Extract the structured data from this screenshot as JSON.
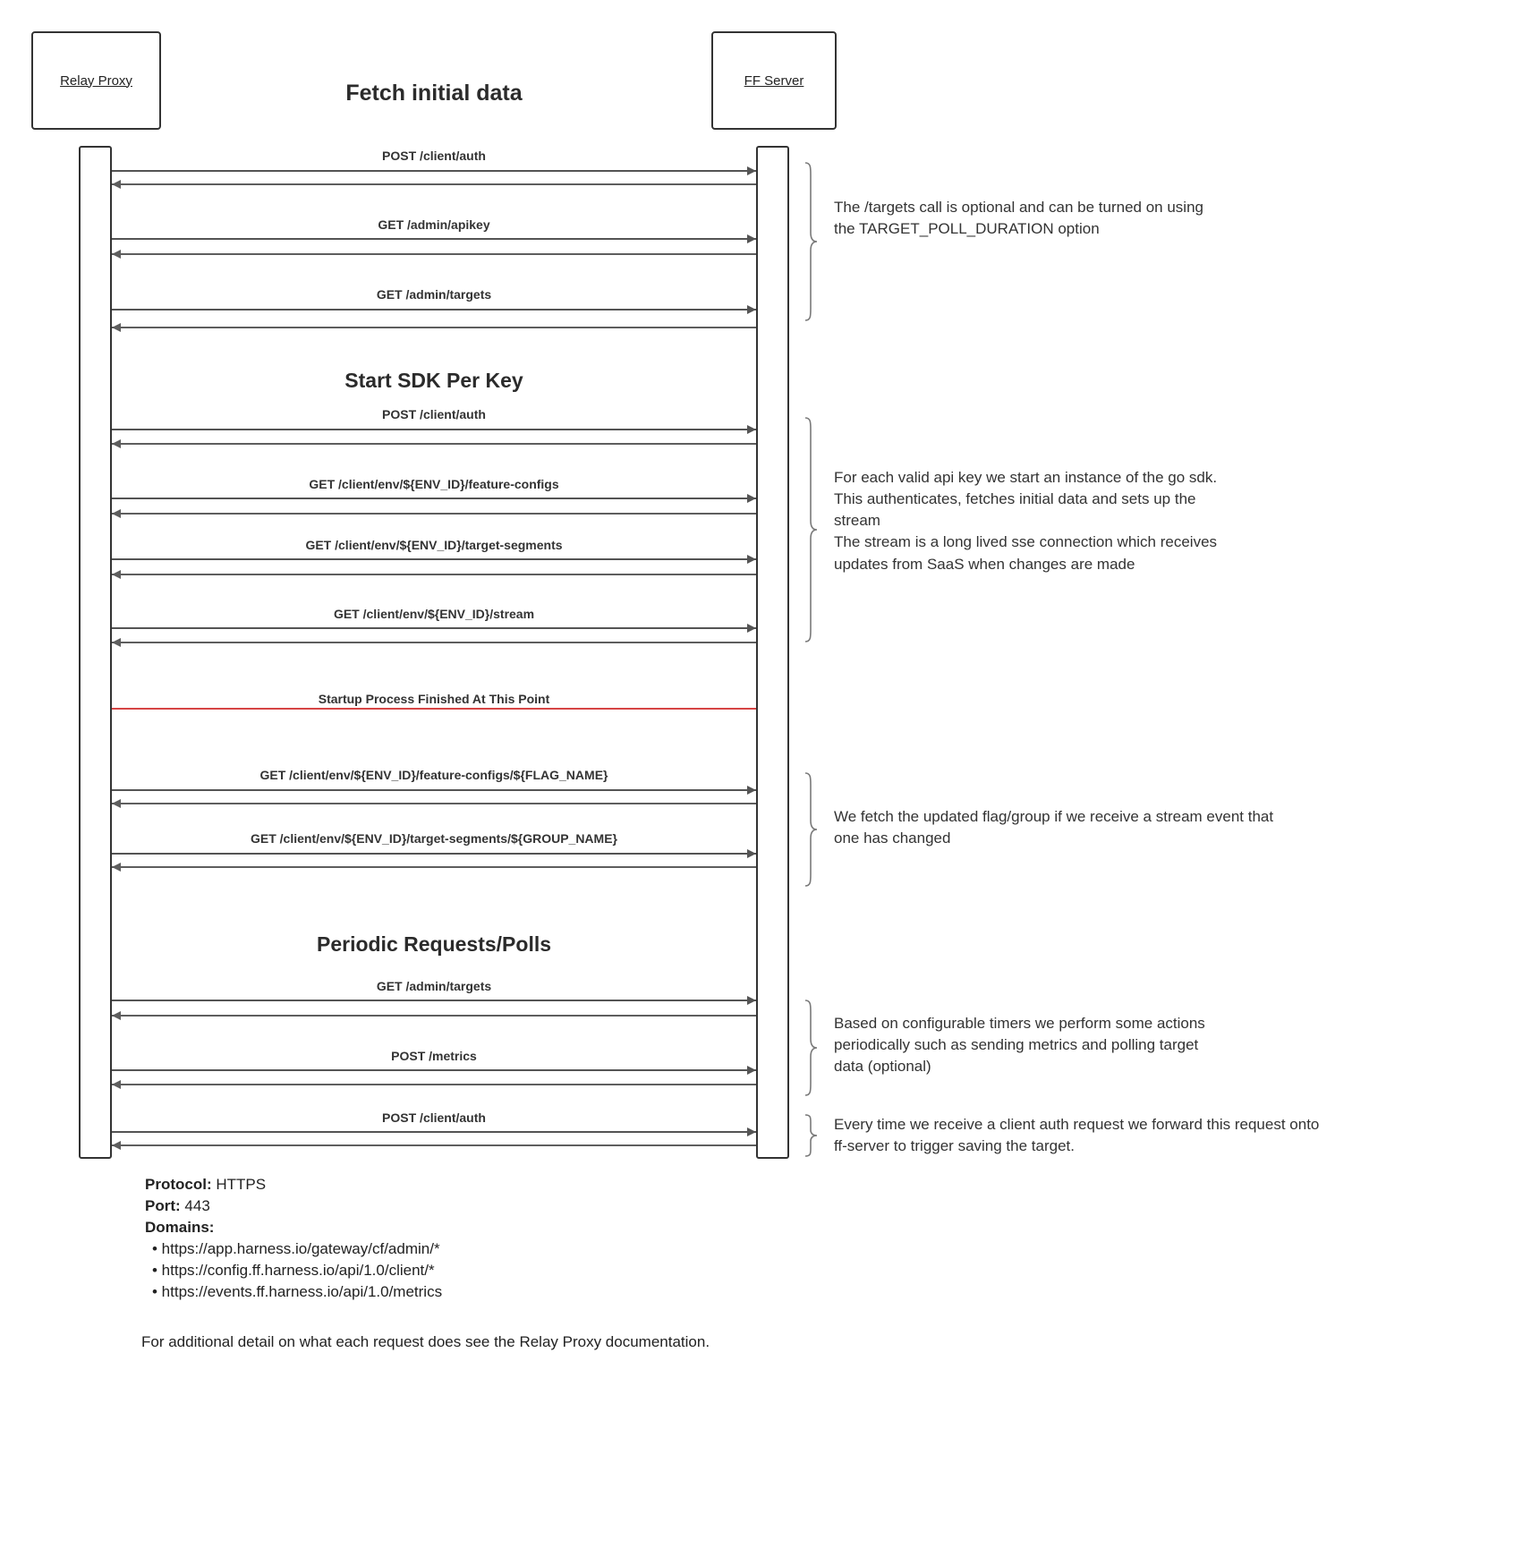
{
  "actors": {
    "left": "Relay Proxy",
    "right": "FF Server"
  },
  "title": "Fetch initial data",
  "sections": {
    "start_sdk": "Start SDK Per Key",
    "periodic": "Periodic Requests/Polls"
  },
  "divider": {
    "label": "Startup Process Finished At This Point",
    "color": "#d64545"
  },
  "messages": [
    {
      "label": "POST /client/auth"
    },
    {
      "label": "GET /admin/apikey"
    },
    {
      "label": "GET /admin/targets"
    },
    {
      "label": "POST /client/auth"
    },
    {
      "label": "GET /client/env/${ENV_ID}/feature-configs"
    },
    {
      "label": "GET /client/env/${ENV_ID}/target-segments"
    },
    {
      "label": "GET /client/env/${ENV_ID}/stream"
    },
    {
      "label": "GET /client/env/${ENV_ID}/feature-configs/${FLAG_NAME}"
    },
    {
      "label": "GET /client/env/${ENV_ID}/target-segments/${GROUP_NAME}"
    },
    {
      "label": "GET /admin/targets"
    },
    {
      "label": "POST /metrics"
    },
    {
      "label": "POST /client/auth"
    }
  ],
  "annotations": [
    {
      "text": "The /targets call is optional and can be turned on using the TARGET_POLL_DURATION option"
    },
    {
      "text_1": "For each valid api key we start an instance of the go sdk. This authenticates, fetches initial data and sets up the stream",
      "text_2": "The stream is a long lived sse connection which receives updates from SaaS when changes are made"
    },
    {
      "text": "We fetch the updated flag/group if we receive a stream event that one has changed"
    },
    {
      "text": "Based on configurable timers we perform some actions periodically such as sending metrics and polling target data (optional)"
    },
    {
      "text": "Every time we receive a client auth request we forward this request onto ff-server to trigger saving the target."
    }
  ],
  "footer": {
    "protocol_label": "Protocol:",
    "protocol_value": "HTTPS",
    "port_label": "Port:",
    "port_value": "443",
    "domains_label": "Domains:",
    "domains": [
      "• https://app.harness.io/gateway/cf/admin/*",
      "• https://config.ff.harness.io/api/1.0/client/*",
      "• https://events.ff.harness.io/api/1.0/metrics"
    ],
    "note": "For additional detail on what each request does see the Relay Proxy documentation."
  }
}
